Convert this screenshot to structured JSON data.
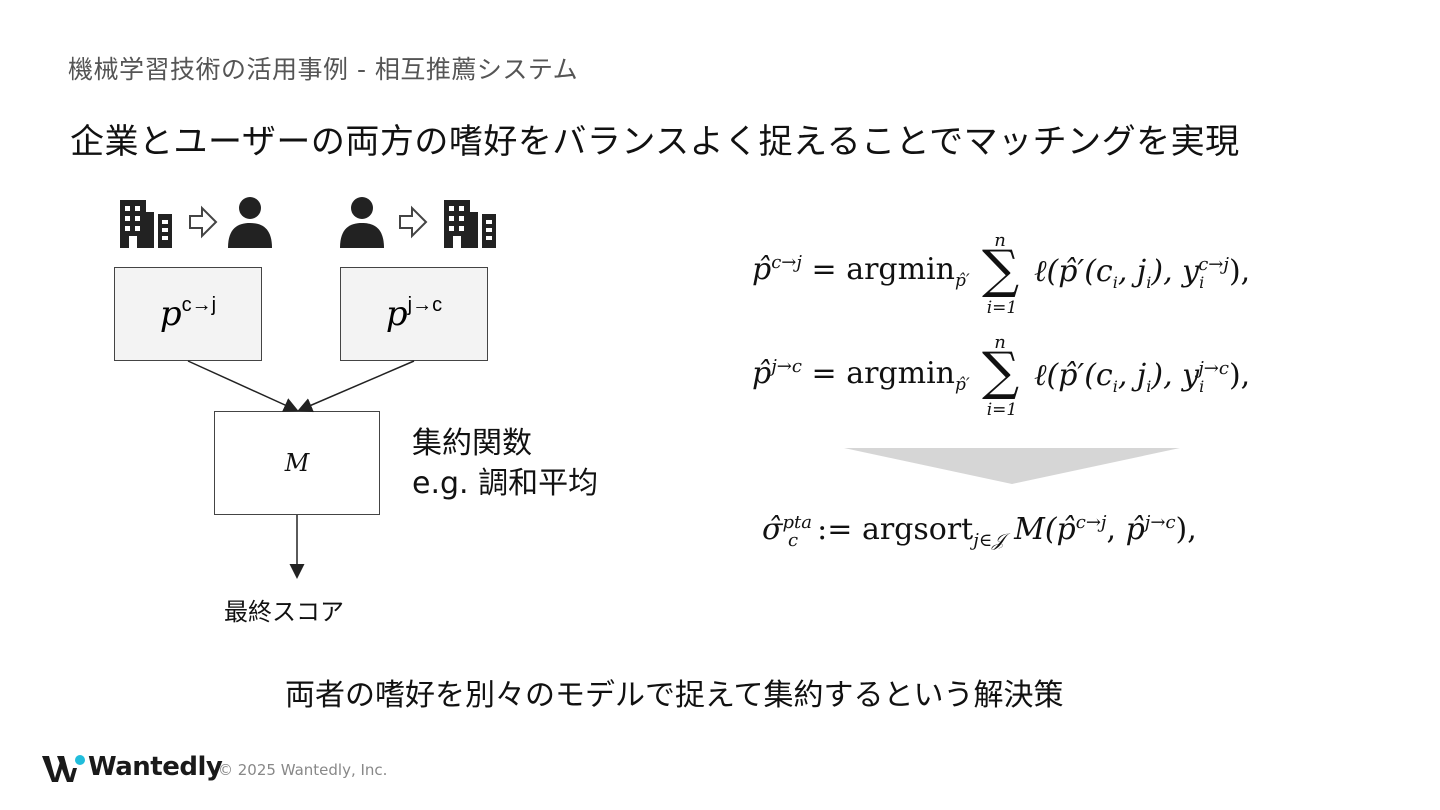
{
  "section_title": "機械学習技術の活用事例 - 相互推薦システム",
  "headline": "企業とユーザーの両方の嗜好をバランスよく捉えることでマッチングを実現",
  "diagram": {
    "box_left_var": "p",
    "box_left_sup": "c→j",
    "box_right_var": "p",
    "box_right_sup": "j→c",
    "box_merge_label": "M",
    "aggregation_label_line1": "集約関数",
    "aggregation_label_line2": "e.g. 調和平均",
    "final_label": "最終スコア",
    "icons": [
      "building-icon",
      "arrow-right-icon",
      "person-icon",
      "person-icon",
      "arrow-right-icon",
      "building-icon"
    ]
  },
  "formulas": {
    "eq1_lhs_sup": "c→j",
    "eq1_yi_sup": "c→j",
    "eq2_lhs_sup": "j→c",
    "eq2_yi_sup": "j→c",
    "argmin": "argmin",
    "argsort": "argsort",
    "sum_upper": "n",
    "sum_lower": "i=1",
    "sigma_sup": "pta",
    "sigma_sub": "c"
  },
  "conclusion": "両者の嗜好を別々のモデルで捉えて集約するという解決策",
  "footer": {
    "logo_text": "Wantedly",
    "copyright": "© 2025 Wantedly, Inc."
  },
  "colors": {
    "title_gray": "#555555",
    "box_fill": "#f3f3f3",
    "arrow_shape": "#d6d6d6",
    "icon": "#222222",
    "copyright_gray": "#888888"
  }
}
